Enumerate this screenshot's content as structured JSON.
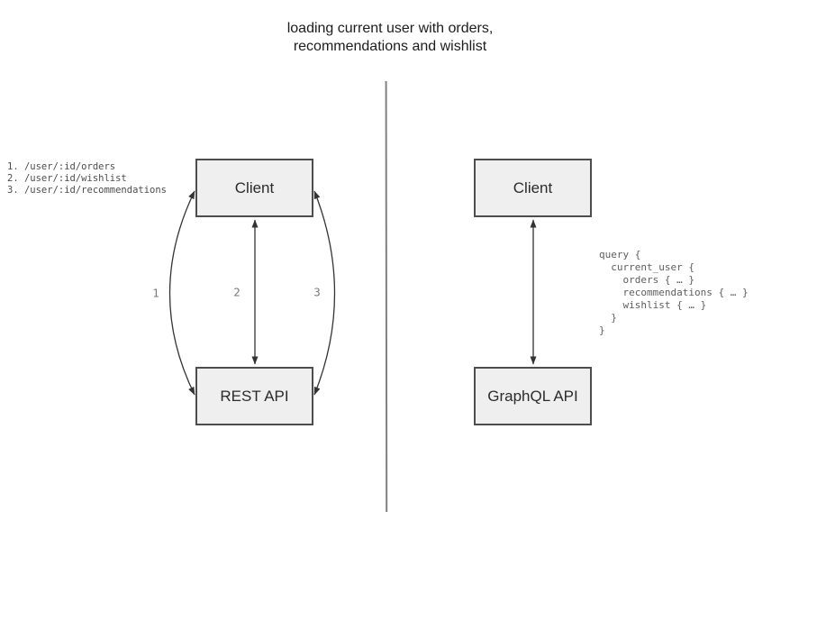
{
  "title": {
    "line1": "loading current user with orders,",
    "line2": "recommendations and wishlist"
  },
  "rest_panel": {
    "endpoints": [
      "1. /user/:id/orders",
      "2. /user/:id/wishlist",
      "3. /user/:id/recommendations"
    ],
    "client_label": "Client",
    "api_label": "REST API",
    "arrow_labels": [
      "1",
      "2",
      "3"
    ]
  },
  "graphql_panel": {
    "client_label": "Client",
    "api_label": "GraphQL API",
    "query_lines": [
      "query {",
      "  current_user {",
      "    orders { … }",
      "    recommendations { … }",
      "    wishlist { … }",
      "  }",
      "}"
    ]
  },
  "colors": {
    "box_fill": "#efefef",
    "box_border": "#4d4d4d",
    "arrow": "#333333",
    "divider": "#808080",
    "code_text": "#5d5d5d",
    "arrow_label_text": "#7a7a7a",
    "title_text": "#1c1c1c"
  }
}
